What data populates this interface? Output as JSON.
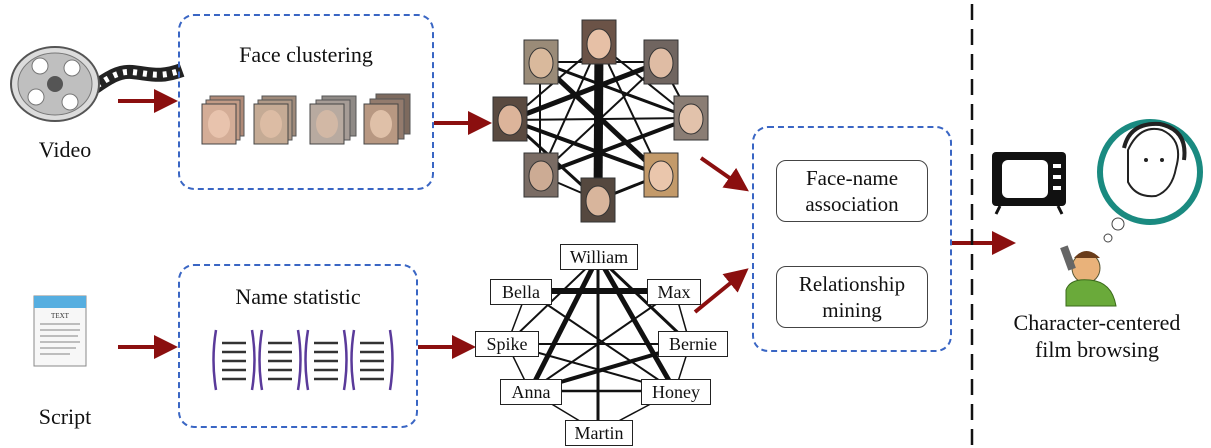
{
  "inputs": {
    "video_label": "Video",
    "script_label": "Script",
    "script_icon_text": "TEXT"
  },
  "stages": {
    "face_clustering": "Face clustering",
    "name_statistic": "Name statistic"
  },
  "names": {
    "william": "William",
    "bella": "Bella",
    "max": "Max",
    "spike": "Spike",
    "bernie": "Bernie",
    "anna": "Anna",
    "honey": "Honey",
    "martin": "Martin"
  },
  "analysis": {
    "face_name_line1": "Face-name",
    "face_name_line2": "association",
    "relationship_line1": "Relationship",
    "relationship_line2": "mining"
  },
  "output": {
    "line1": "Character-centered",
    "line2": "film browsing"
  },
  "colors": {
    "arrow": "#8b0f0f",
    "dashed_box": "#3a66c4",
    "divider": "#111111"
  }
}
